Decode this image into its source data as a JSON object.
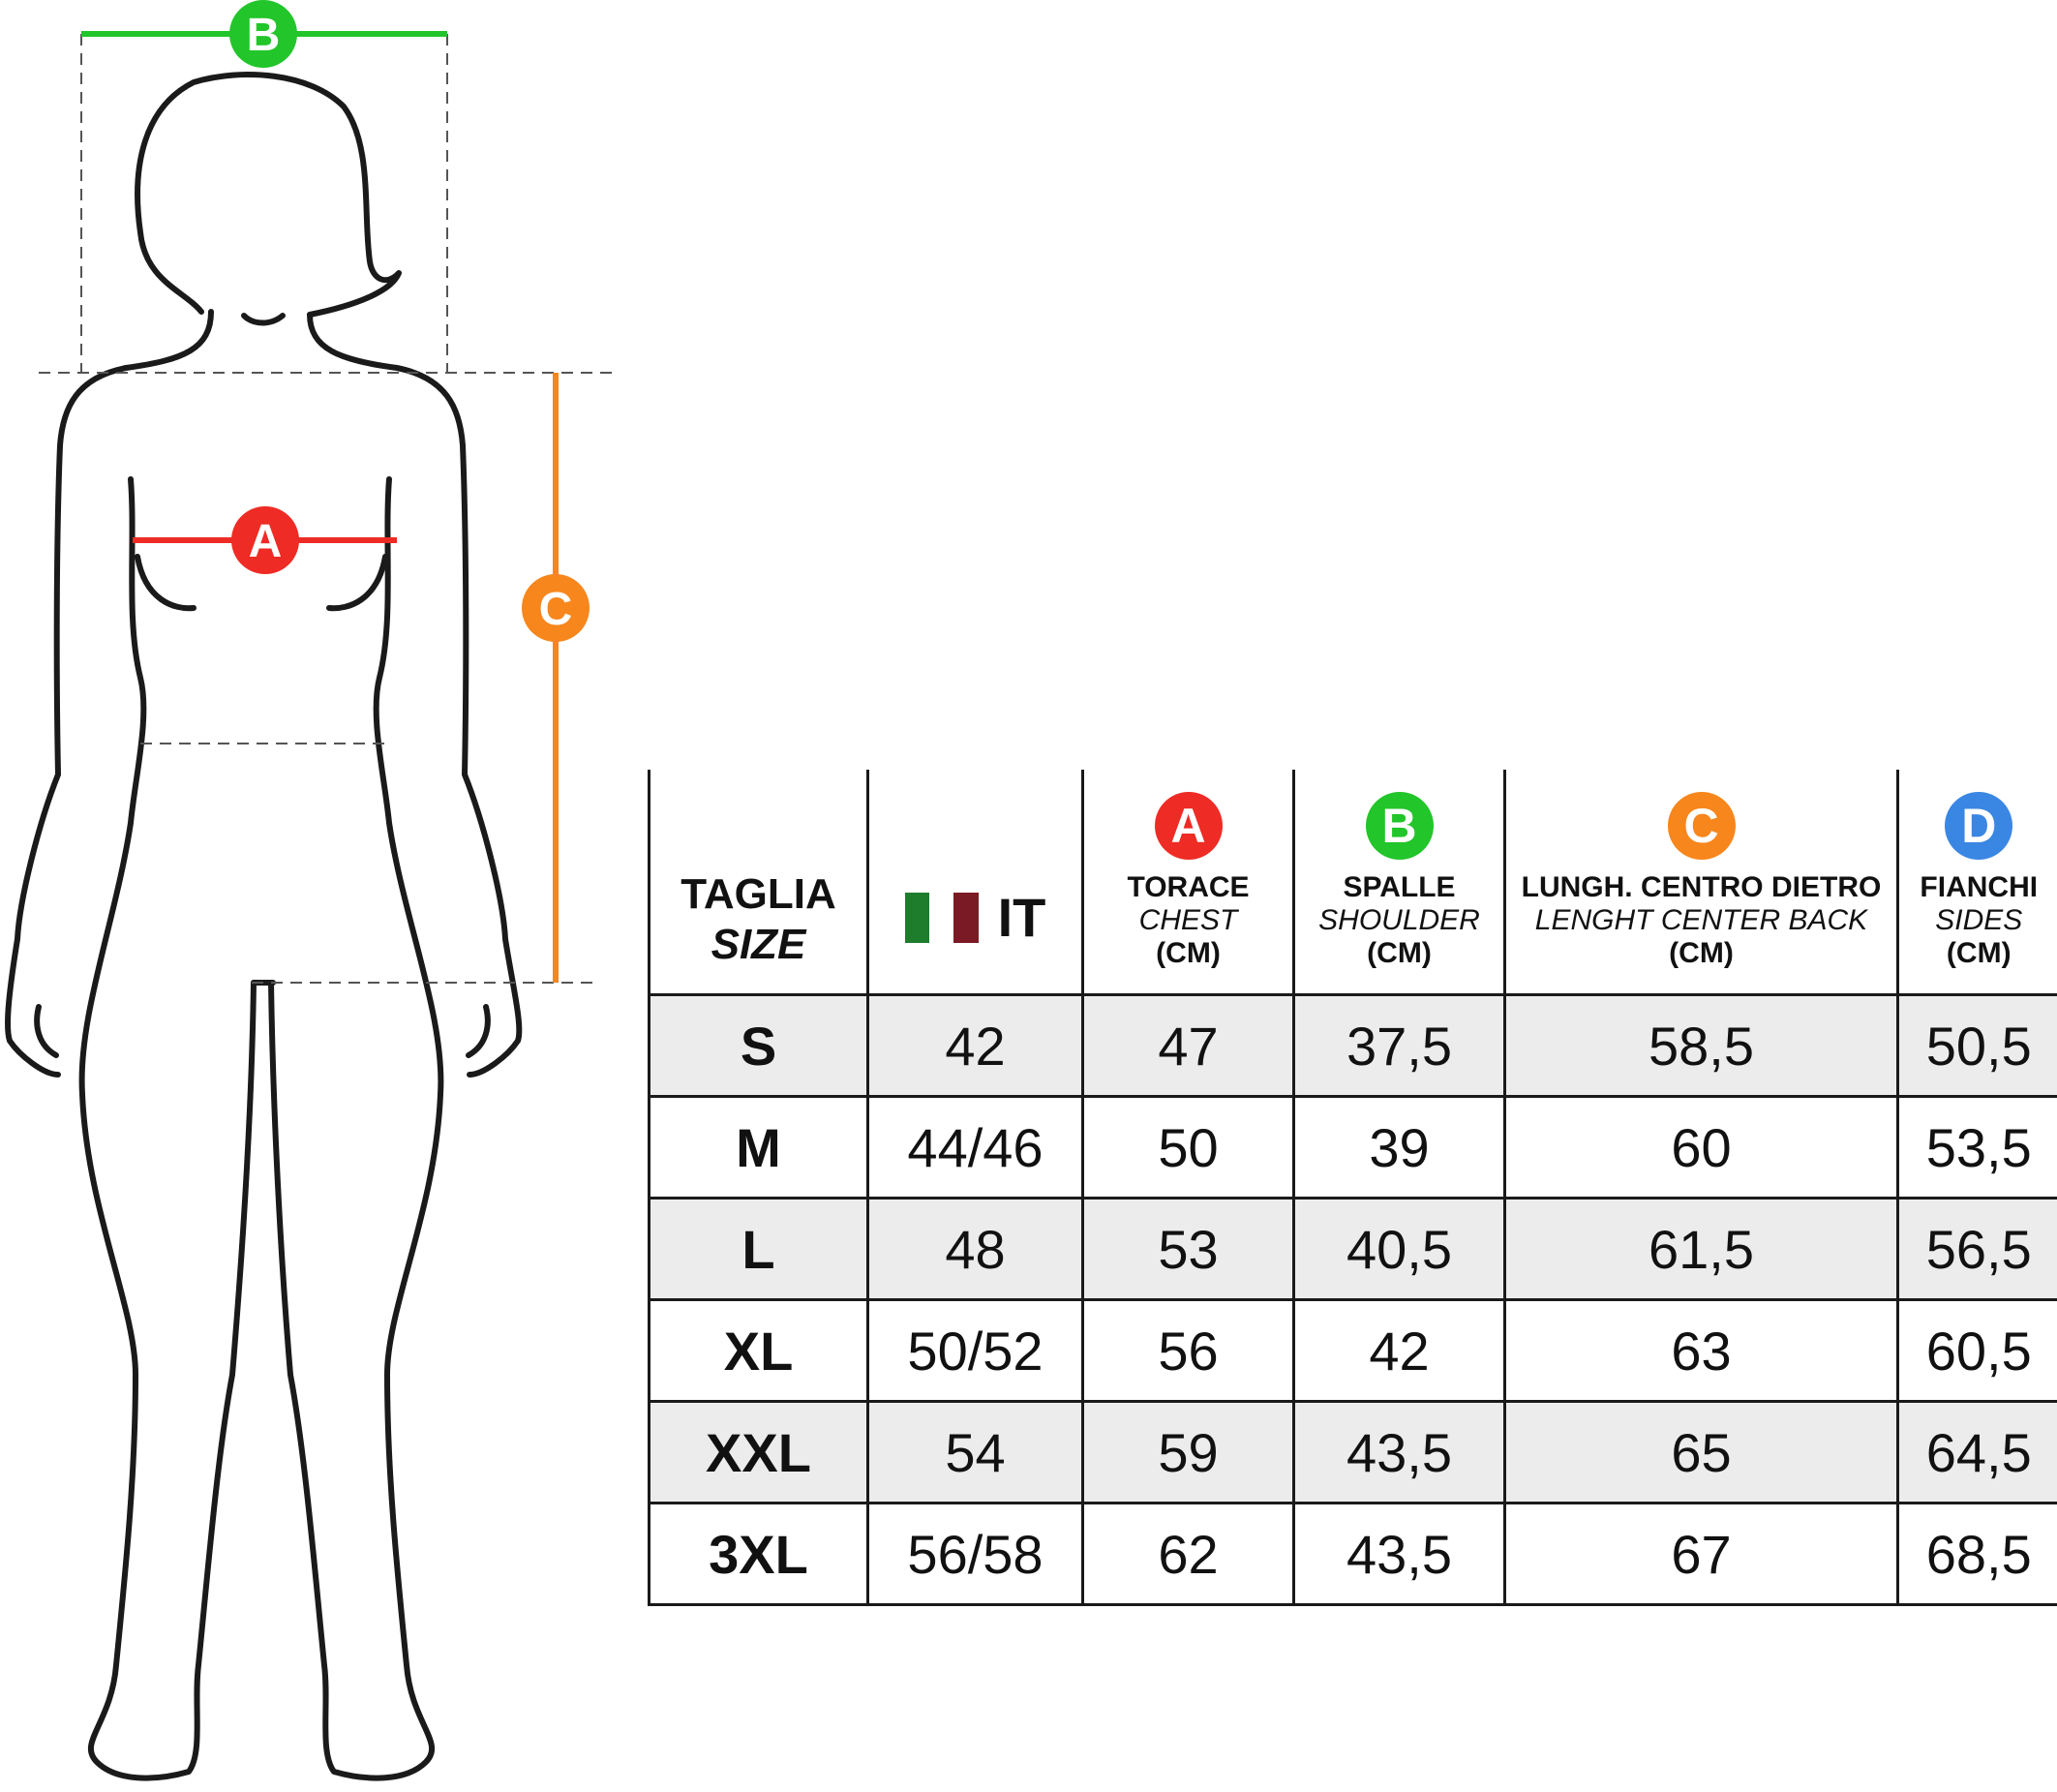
{
  "figure": {
    "marker_a": "A",
    "marker_b": "B",
    "marker_c": "C"
  },
  "colors": {
    "a": "#ee2b24",
    "b": "#22c52a",
    "c": "#f7861c",
    "d": "#3a86e3",
    "flag_green": "#1e7d2c",
    "flag_white": "#ffffff",
    "flag_red": "#7a1a24",
    "row_shade": "#ececec"
  },
  "table": {
    "columns": {
      "size": {
        "main": "TAGLIA",
        "sub": "SIZE"
      },
      "it": {
        "label": "IT"
      },
      "chest": {
        "badge": "A",
        "main": "TORACE",
        "sub": "CHEST",
        "unit": "(CM)"
      },
      "shoulder": {
        "badge": "B",
        "main": "SPALLE",
        "sub": "SHOULDER",
        "unit": "(CM)"
      },
      "length": {
        "badge": "C",
        "main": "LUNGH. CENTRO DIETRO",
        "sub": "LENGHT CENTER BACK",
        "unit": "(CM)"
      },
      "sides": {
        "badge": "D",
        "main": "FIANCHI",
        "sub": "SIDES",
        "unit": "(CM)"
      }
    },
    "rows": [
      [
        "S",
        "42",
        "47",
        "37,5",
        "58,5",
        "50,5"
      ],
      [
        "M",
        "44/46",
        "50",
        "39",
        "60",
        "53,5"
      ],
      [
        "L",
        "48",
        "53",
        "40,5",
        "61,5",
        "56,5"
      ],
      [
        "XL",
        "50/52",
        "56",
        "42",
        "63",
        "60,5"
      ],
      [
        "XXL",
        "54",
        "59",
        "43,5",
        "65",
        "64,5"
      ],
      [
        "3XL",
        "56/58",
        "62",
        "43,5",
        "67",
        "68,5"
      ]
    ]
  }
}
